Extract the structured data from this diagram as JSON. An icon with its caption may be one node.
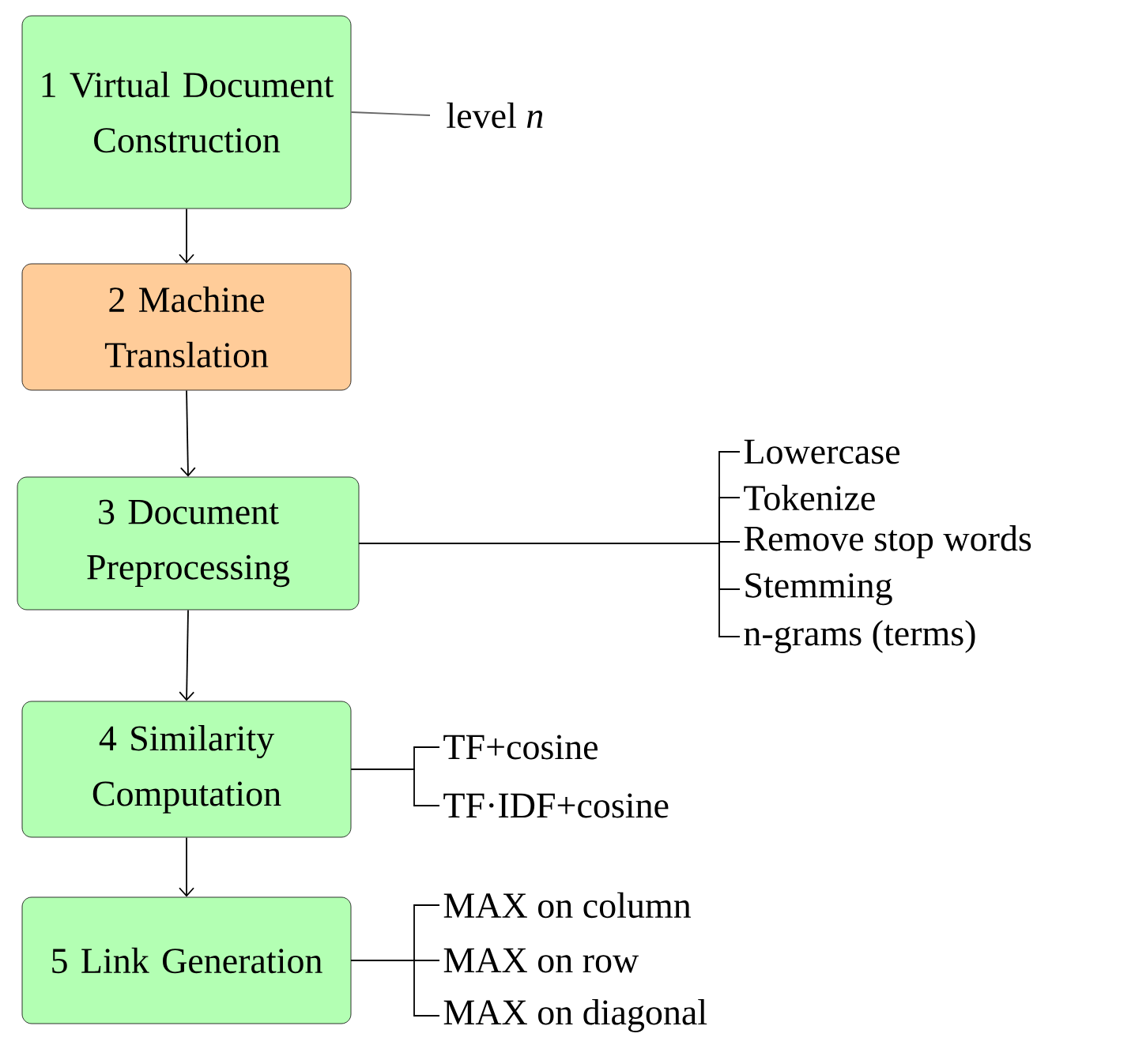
{
  "diagram": {
    "nodes": [
      {
        "text": [
          "1 Virtual Document Construction"
        ]
      },
      {
        "text": [
          "level *n*"
        ]
      },
      {
        "text": [
          "2 Machine Translation"
        ]
      },
      {
        "text": [
          "3 Document Preprocessing"
        ]
      },
      {
        "text": [
          "Lowercase"
        ]
      },
      {
        "text": [
          "Tokenize"
        ]
      },
      {
        "text": [
          "Remove stop words"
        ]
      },
      {
        "text": [
          "Stemming"
        ]
      },
      {
        "text": [
          "n-grams (terms)"
        ]
      },
      {
        "text": [
          "4 Similarity Computation"
        ]
      },
      {
        "text": [
          "TF+cosine"
        ]
      },
      {
        "text": [
          "TF·IDF+cosine"
        ]
      },
      {
        "text": [
          "5 Link Generation"
        ]
      },
      {
        "text": [
          "MAX on column"
        ]
      },
      {
        "text": [
          "MAX on row"
        ]
      },
      {
        "text": [
          "MAX on diagonal"
        ]
      }
    ],
    "edges": [
      {
        "from": 0,
        "to": 2,
        "arrow": "to"
      },
      {
        "from": 2,
        "to": 3,
        "arrow": "to"
      },
      {
        "from": 3,
        "to": 9,
        "arrow": "to"
      },
      {
        "from": 9,
        "to": 12,
        "arrow": "to"
      },
      {
        "from": 0,
        "to": 1,
        "arrow": "none",
        "color": "#666666"
      },
      {
        "from": 3,
        "to": 4,
        "arrow": "none"
      },
      {
        "from": 3,
        "to": 5,
        "arrow": "none"
      },
      {
        "from": 3,
        "to": 6,
        "arrow": "none"
      },
      {
        "from": 3,
        "to": 7,
        "arrow": "none"
      },
      {
        "from": 3,
        "to": 8,
        "arrow": "none"
      },
      {
        "from": 9,
        "to": 10,
        "arrow": "none"
      },
      {
        "from": 9,
        "to": 11,
        "arrow": "none"
      },
      {
        "from": 12,
        "to": 13,
        "arrow": "none"
      },
      {
        "from": 12,
        "to": 14,
        "arrow": "none"
      },
      {
        "from": 12,
        "to": 15,
        "arrow": "none"
      }
    ]
  }
}
